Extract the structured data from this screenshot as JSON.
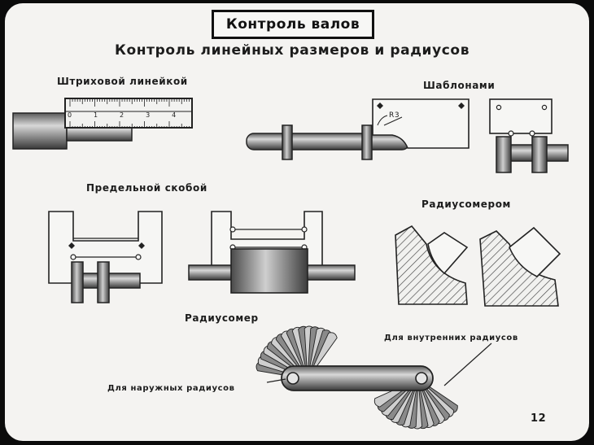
{
  "slide": {
    "title": "Контроль валов",
    "subtitle": "Контроль линейных размеров и радиусов",
    "page_number": "12"
  },
  "methods": {
    "ruler": "Штриховой линейкой",
    "templates": "Шаблонами",
    "gauge": "Предельной скобой",
    "radius_meter": "Радиусомером"
  },
  "ruler_scale": [
    "0",
    "1",
    "2",
    "3",
    "4"
  ],
  "template_label": "R3",
  "radius_gauge": {
    "title": "Радиусомер",
    "inner_label": "Для внутренних радиусов",
    "outer_label": "Для наружных радиусов"
  }
}
